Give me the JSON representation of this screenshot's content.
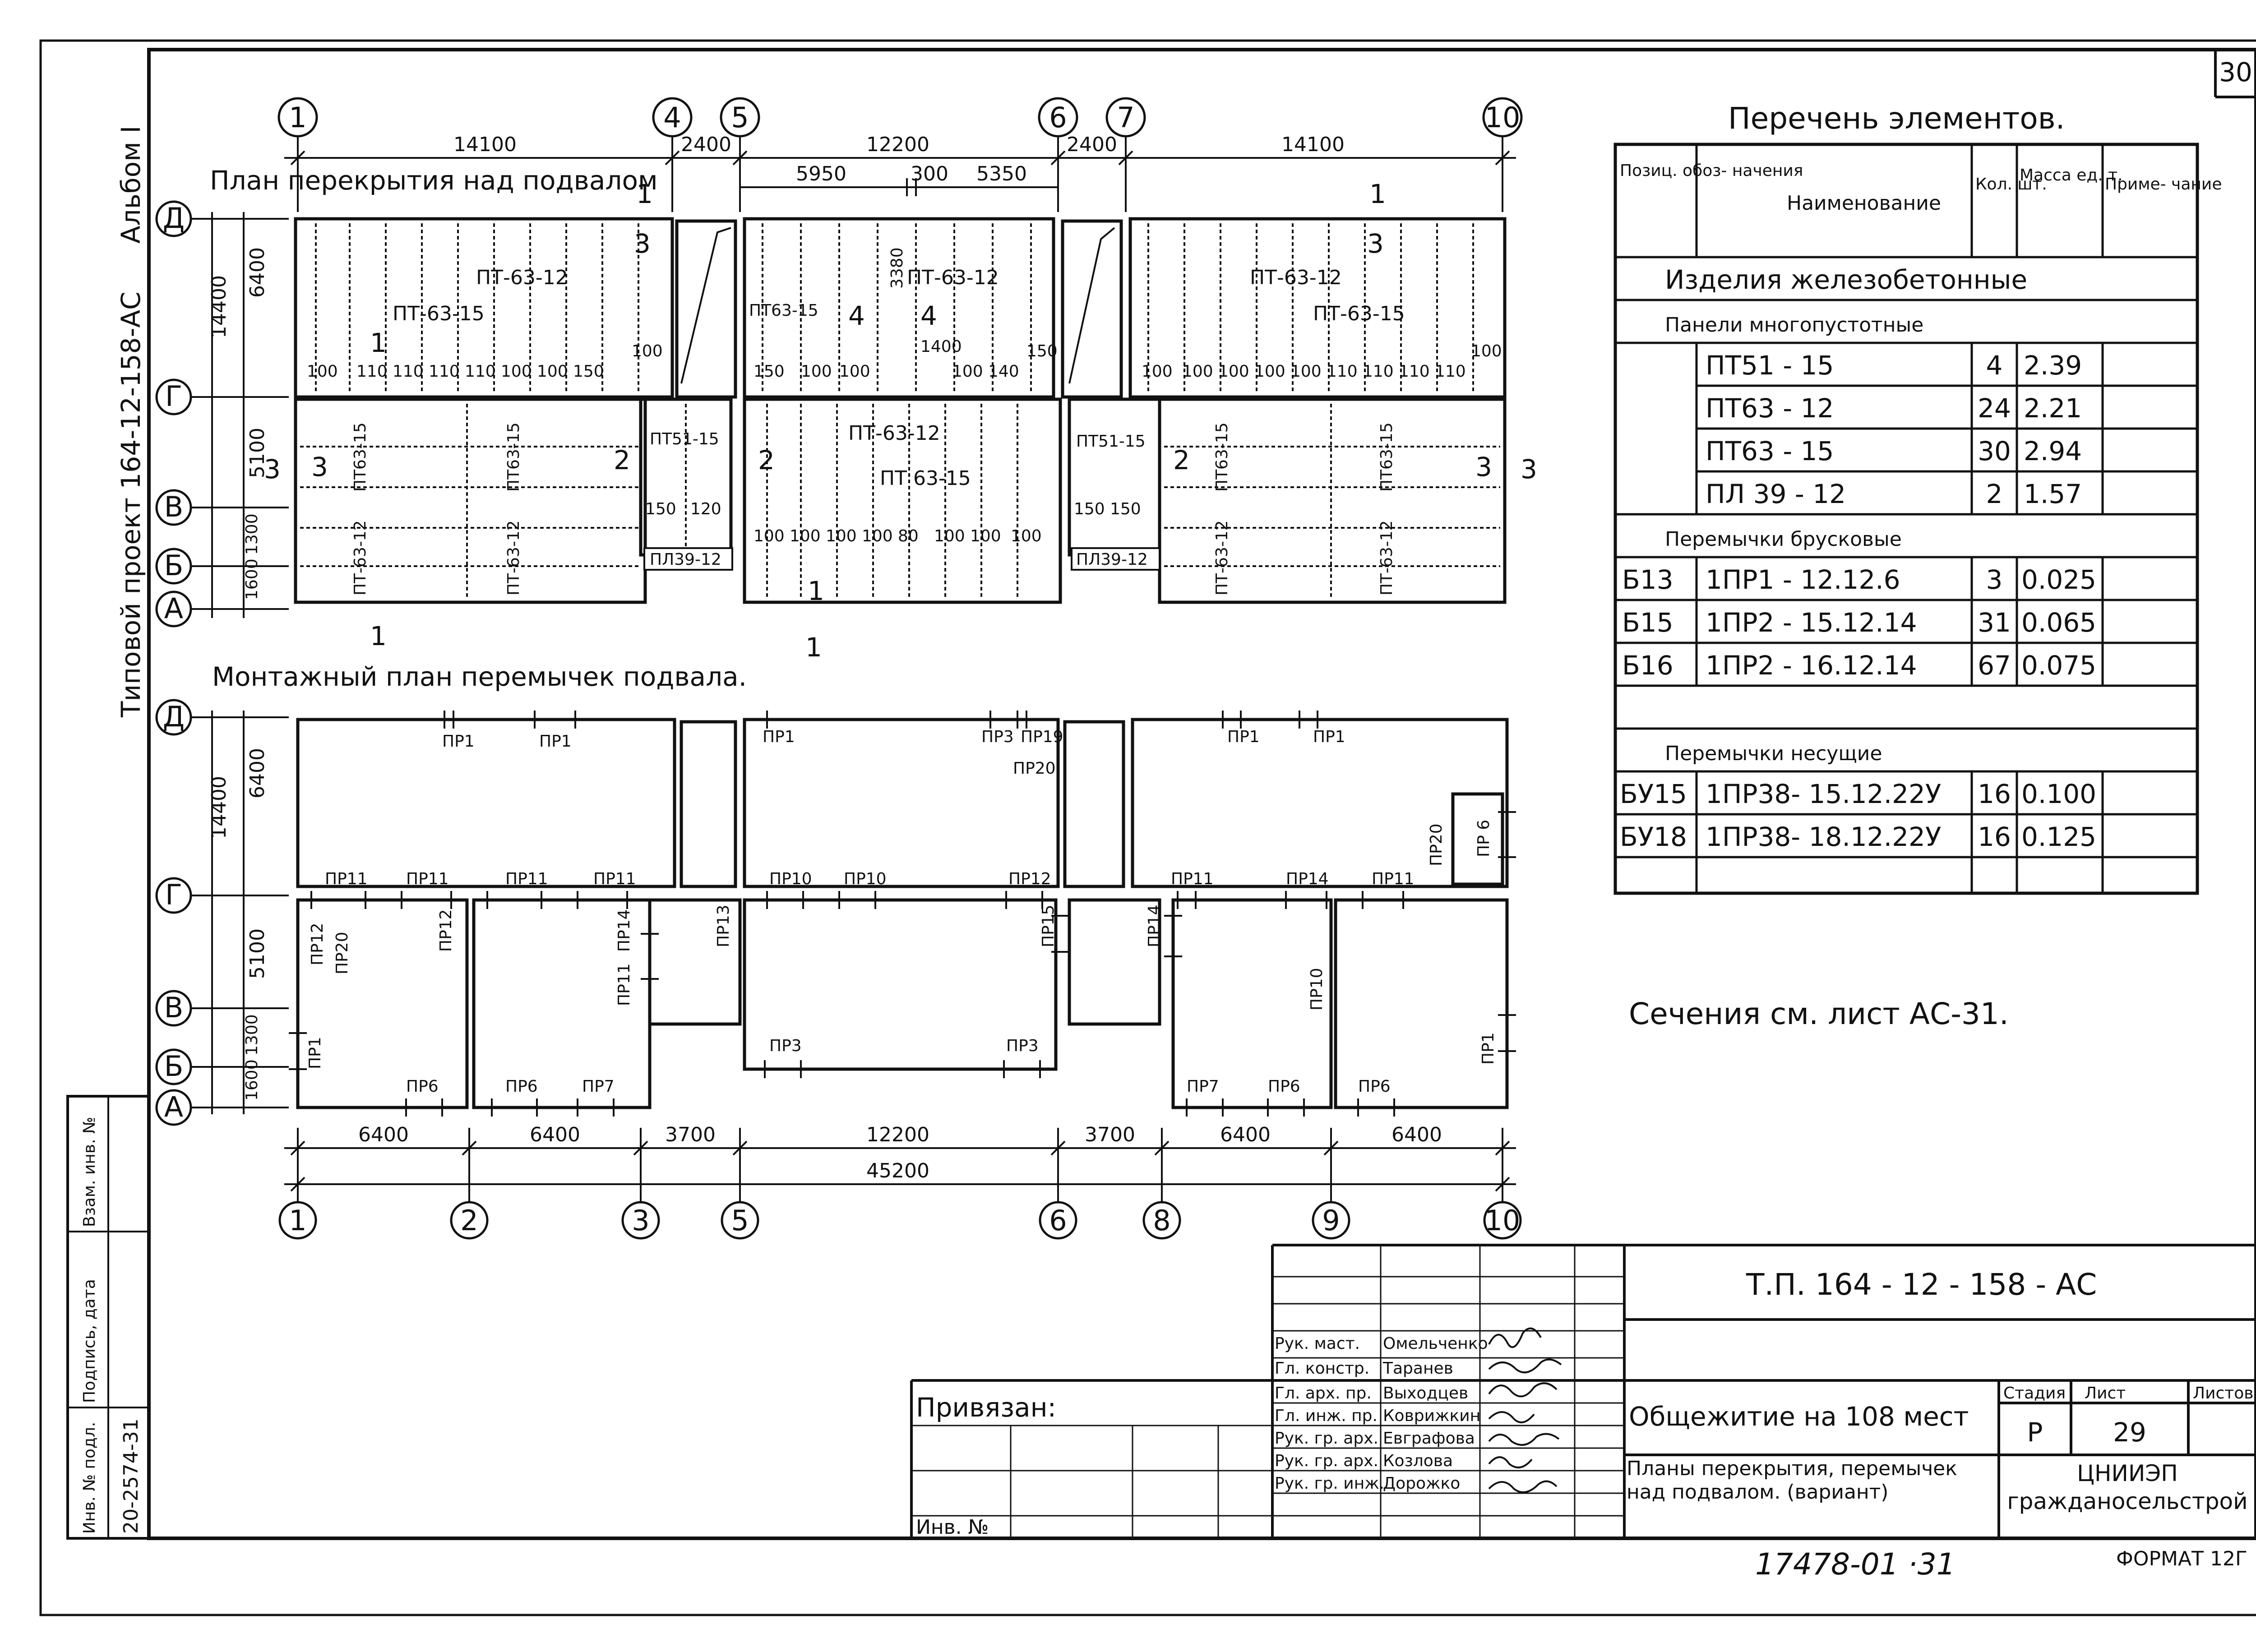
{
  "sheet": {
    "sheet_no": "30",
    "album": "Альбом I",
    "project": "Типовой проект 164-12-158-АС",
    "note": "Сечения см. лист АС-31.",
    "stamp_no": "17478-01 ·31",
    "format": "ФОРМАТ 12Г"
  },
  "plan1": {
    "title": "План перекрытия над подвалом",
    "axes_top": [
      "1",
      "4",
      "5",
      "6",
      "7",
      "10"
    ],
    "dims_top": [
      "14100",
      "2400",
      "12200",
      "2400",
      "14100"
    ],
    "dims_mid": [
      "5950",
      "300",
      "5350"
    ],
    "axes_left": [
      "Д",
      "Г",
      "В",
      "Б",
      "А"
    ],
    "dims_left": [
      "6400",
      "5100",
      "1300",
      "1600"
    ],
    "dim_total_left": "14400",
    "section_marks": [
      "3",
      "3",
      "1",
      "1",
      "3",
      "1",
      "3",
      "1",
      "3",
      "4",
      "4",
      "2",
      "2",
      "2",
      "3"
    ],
    "panel_labels": [
      "ПТ-63-15",
      "ПТ-63-12",
      "ПТ63-15",
      "ПТ-63-12",
      "ПТ-63-12",
      "ПТ-63-15",
      "ПТ63-15",
      "ПТ63-15",
      "ПТ-63-12",
      "ПТ-63-12",
      "ПТ51-15",
      "ПТ-63-12",
      "ПТ 63-15",
      "ПТ51-15",
      "ПТ63-15",
      "ПТ63-15",
      "ПТ-63-12",
      "ПТ-63-12",
      "ПЛ39-12",
      "ПЛ39-12"
    ],
    "gap_dims": [
      "100",
      "110",
      "150",
      "120",
      "140",
      "80",
      "3380",
      "1400"
    ]
  },
  "plan2": {
    "title": "Монтажный план перемычек подвала.",
    "lintel_labels": [
      "ПР1",
      "ПР1",
      "ПР1",
      "ПР3",
      "ПР19",
      "ПР1",
      "ПР1",
      "ПР20",
      "ПР20",
      "ПР 6",
      "ПР11",
      "ПР11",
      "ПР11",
      "ПР11",
      "ПР10",
      "ПР10",
      "ПР12",
      "ПР11",
      "ПР14",
      "ПР11",
      "ПР12",
      "ПР20",
      "ПР12",
      "ПР14",
      "ПР11",
      "ПР13",
      "ПР15",
      "ПР14",
      "ПР10",
      "ПР1",
      "ПР1",
      "ПР3",
      "ПР3",
      "ПР6",
      "ПР6",
      "ПР7",
      "ПР7",
      "ПР6",
      "ПР6"
    ],
    "axes_bottom": [
      "1",
      "2",
      "3",
      "5",
      "6",
      "8",
      "9",
      "10"
    ],
    "dims_bottom": [
      "6400",
      "6400",
      "3700",
      "12200",
      "3700",
      "6400",
      "6400"
    ],
    "dim_total_bottom": "45200",
    "axes_left": [
      "Д",
      "Г",
      "В",
      "Б",
      "А"
    ],
    "dims_left": [
      "6400",
      "5100",
      "1300",
      "1600"
    ],
    "dim_total_left": "14400"
  },
  "spec": {
    "title": "Перечень элементов.",
    "headers": [
      "Позиц. обоз- начения",
      "Наименование",
      "Кол. шт.",
      "Масса ед. т.",
      "Приме- чание"
    ],
    "group1": "Изделия железобетонные",
    "group1_sub": "Панели многопустотные",
    "rows_panels": [
      {
        "pos": "",
        "name": "ПТ51 - 15",
        "qty": "4",
        "mass": "2.39"
      },
      {
        "pos": "",
        "name": "ПТ63 - 12",
        "qty": "24",
        "mass": "2.21"
      },
      {
        "pos": "",
        "name": "ПТ63 - 15",
        "qty": "30",
        "mass": "2.94"
      },
      {
        "pos": "",
        "name": "ПЛ 39 - 12",
        "qty": "2",
        "mass": "1.57"
      }
    ],
    "group2": "Перемычки брусковые",
    "rows_lintels": [
      {
        "pos": "Б13",
        "name": "1ПР1 - 12.12.6",
        "qty": "3",
        "mass": "0.025"
      },
      {
        "pos": "Б15",
        "name": "1ПР2 - 15.12.14",
        "qty": "31",
        "mass": "0.065"
      },
      {
        "pos": "Б16",
        "name": "1ПР2 - 16.12.14",
        "qty": "67",
        "mass": "0.075"
      }
    ],
    "group3": "Перемычки несущие",
    "rows_bearing": [
      {
        "pos": "БУ15",
        "name": "1ПР38- 15.12.22У",
        "qty": "16",
        "mass": "0.100"
      },
      {
        "pos": "БУ18",
        "name": "1ПР38- 18.12.22У",
        "qty": "16",
        "mass": "0.125"
      }
    ]
  },
  "title_block": {
    "code": "Т.П. 164 - 12 - 158 - АС",
    "object": "Общежитие на 108 мест",
    "sheet_title": "Планы перекрытия, перемычек над подвалом. (вариант)",
    "stage_label": "Стадия",
    "stage": "Р",
    "sheet_label": "Лист",
    "sheet_value": "29",
    "sheets_label": "Листов",
    "org": "ЦНИИЭП гражданосельстрой",
    "bound": "Привязан:",
    "inv": "Инв. №",
    "roles": [
      "Рук. маст.",
      "Гл. констр.",
      "Гл. арх. пр.",
      "Гл. инж. пр.",
      "Рук. гр. арх.",
      "Рук. гр. арх.",
      "Рук. гр. инж."
    ],
    "names": [
      "Омельченко",
      "Таранев",
      "Выходцев",
      "Коврижкин",
      "Евграфова",
      "Козлова",
      "Дорожко"
    ],
    "side_labels": [
      "Инв. № подл.",
      "Подпись, дата",
      "Взам. инв. №"
    ],
    "side_value": "20-2574-31"
  }
}
